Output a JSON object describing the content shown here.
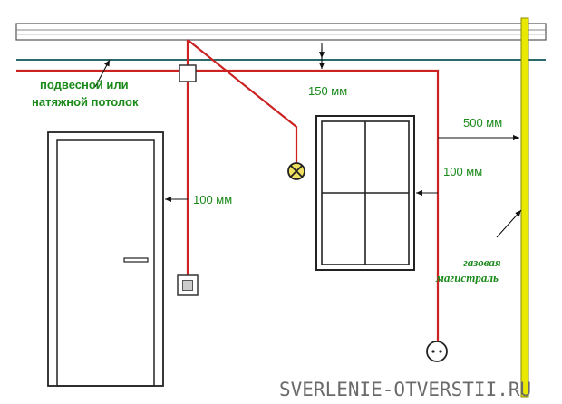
{
  "labels": {
    "ceiling_line1": "подвесной или",
    "ceiling_line2": "натяжной потолок",
    "dim_ceiling": "150 мм",
    "dim_window": "100 мм",
    "dim_door": "100 мм",
    "dim_gas": "500 мм",
    "gas_line1": "газовая",
    "gas_line2": "магистраль"
  },
  "watermark": "SVERLENIE-OTVERSTII.RU",
  "colors": {
    "wire": "#cc2222",
    "label_text": "#1a8a1a",
    "gas_pipe": "#e8e800",
    "gas_pipe_edge": "#8a8a00",
    "ceiling_line": "#2a6a6a",
    "outline": "#222222"
  },
  "icons": {
    "junction": "junction-box-icon",
    "lamp": "ceiling-lamp-icon",
    "switch": "light-switch-icon",
    "socket": "power-socket-icon"
  }
}
